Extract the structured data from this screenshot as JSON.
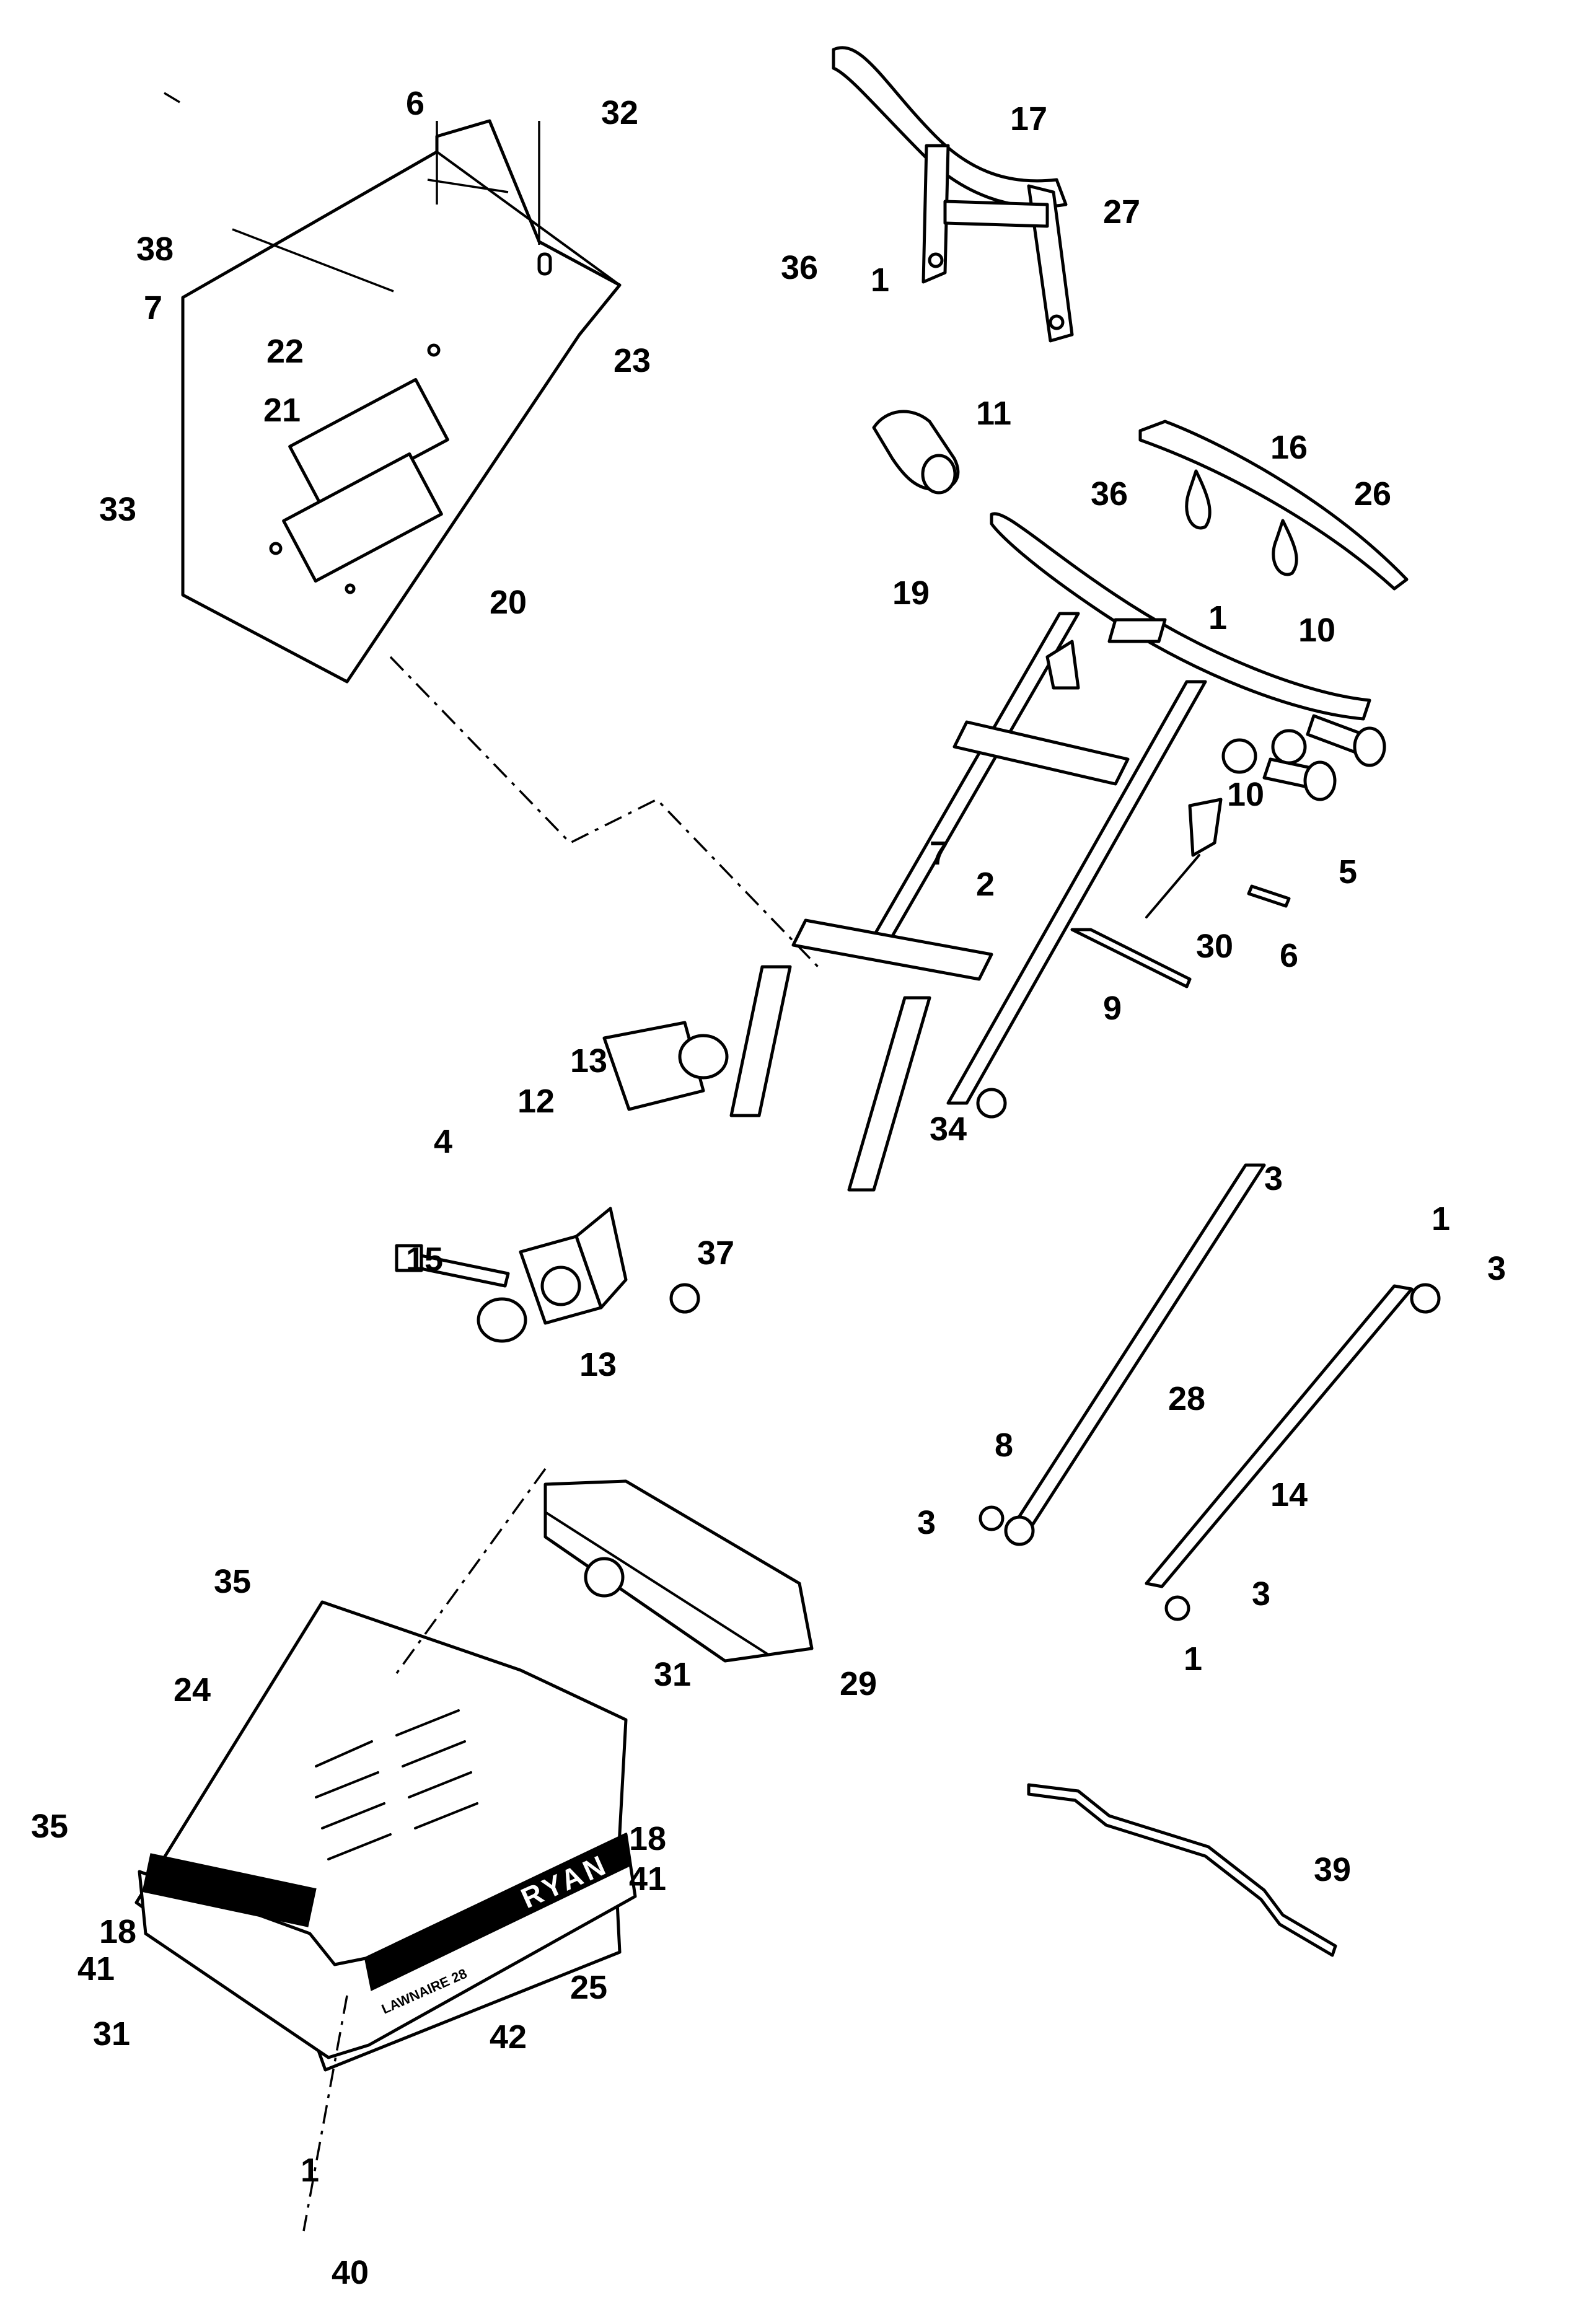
{
  "callouts": [
    {
      "id": "c-6-top",
      "text": "6"
    },
    {
      "id": "c-32",
      "text": "32"
    },
    {
      "id": "c-38",
      "text": "38"
    },
    {
      "id": "c-7-top",
      "text": "7"
    },
    {
      "id": "c-22",
      "text": "22"
    },
    {
      "id": "c-23",
      "text": "23"
    },
    {
      "id": "c-21",
      "text": "21"
    },
    {
      "id": "c-33",
      "text": "33"
    },
    {
      "id": "c-20",
      "text": "20"
    },
    {
      "id": "c-17",
      "text": "17"
    },
    {
      "id": "c-27",
      "text": "27"
    },
    {
      "id": "c-36-top",
      "text": "36"
    },
    {
      "id": "c-1-top",
      "text": "1"
    },
    {
      "id": "c-11",
      "text": "11"
    },
    {
      "id": "c-16",
      "text": "16"
    },
    {
      "id": "c-26",
      "text": "26"
    },
    {
      "id": "c-36-mid",
      "text": "36"
    },
    {
      "id": "c-19",
      "text": "19"
    },
    {
      "id": "c-1-mid",
      "text": "1"
    },
    {
      "id": "c-10-a",
      "text": "10"
    },
    {
      "id": "c-10-b",
      "text": "10"
    },
    {
      "id": "c-5",
      "text": "5"
    },
    {
      "id": "c-7-mid",
      "text": "7"
    },
    {
      "id": "c-2",
      "text": "2"
    },
    {
      "id": "c-30",
      "text": "30"
    },
    {
      "id": "c-6-mid",
      "text": "6"
    },
    {
      "id": "c-9",
      "text": "9"
    },
    {
      "id": "c-13-a",
      "text": "13"
    },
    {
      "id": "c-12",
      "text": "12"
    },
    {
      "id": "c-34",
      "text": "34"
    },
    {
      "id": "c-4",
      "text": "4"
    },
    {
      "id": "c-15",
      "text": "15"
    },
    {
      "id": "c-37",
      "text": "37"
    },
    {
      "id": "c-13-b",
      "text": "13"
    },
    {
      "id": "c-3-a",
      "text": "3"
    },
    {
      "id": "c-1-rod",
      "text": "1"
    },
    {
      "id": "c-3-b",
      "text": "3"
    },
    {
      "id": "c-28",
      "text": "28"
    },
    {
      "id": "c-8",
      "text": "8"
    },
    {
      "id": "c-3-c",
      "text": "3"
    },
    {
      "id": "c-14",
      "text": "14"
    },
    {
      "id": "c-3-d",
      "text": "3"
    },
    {
      "id": "c-1-rod2",
      "text": "1"
    },
    {
      "id": "c-35-a",
      "text": "35"
    },
    {
      "id": "c-31-a",
      "text": "31"
    },
    {
      "id": "c-29",
      "text": "29"
    },
    {
      "id": "c-24",
      "text": "24"
    },
    {
      "id": "c-35-b",
      "text": "35"
    },
    {
      "id": "c-18-a",
      "text": "18"
    },
    {
      "id": "c-41-a",
      "text": "41"
    },
    {
      "id": "c-18-b",
      "text": "18"
    },
    {
      "id": "c-41-b",
      "text": "41"
    },
    {
      "id": "c-25",
      "text": "25"
    },
    {
      "id": "c-42",
      "text": "42"
    },
    {
      "id": "c-31-b",
      "text": "31"
    },
    {
      "id": "c-39",
      "text": "39"
    },
    {
      "id": "c-1-bottom",
      "text": "1"
    },
    {
      "id": "c-40",
      "text": "40"
    }
  ],
  "labels": {
    "brand_front": "RYAN",
    "brand_side": "RYAN",
    "model_decal": "LAWNAIRE 28"
  }
}
